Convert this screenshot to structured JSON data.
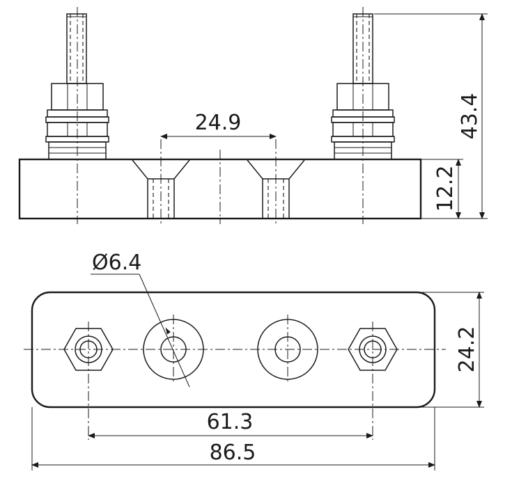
{
  "dimensions": {
    "slot_spacing": "24.9",
    "total_height": "43.4",
    "base_height": "12.2",
    "hole_diameter": "Ø6.4",
    "stud_spacing": "61.3",
    "overall_length": "86.5",
    "width": "24.2"
  },
  "colors": {
    "line": "#1a1a1a",
    "background": "#ffffff"
  }
}
